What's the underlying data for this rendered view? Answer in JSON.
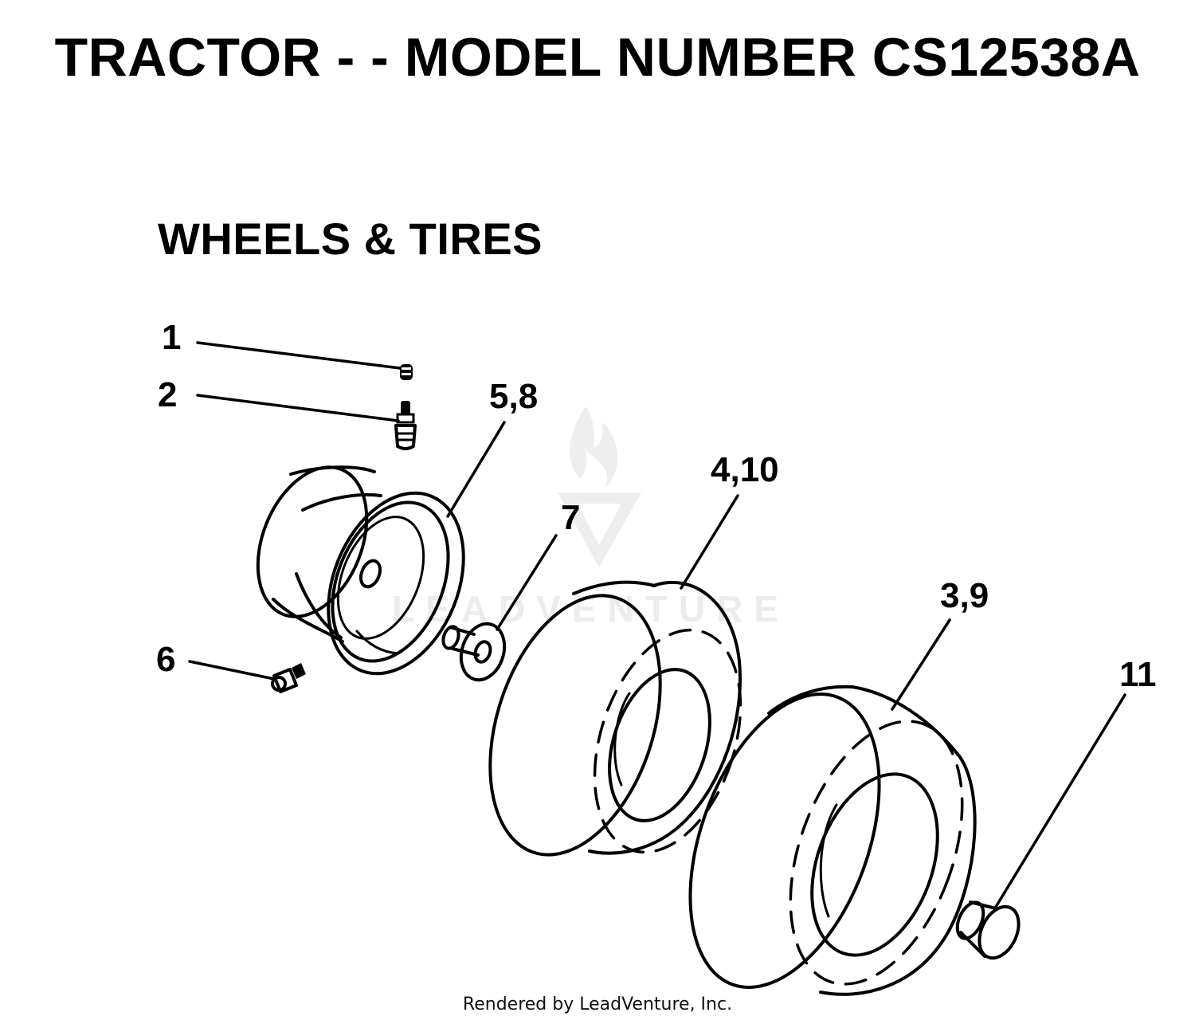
{
  "title": "TRACTOR - - MODEL NUMBER CS12538A",
  "section": "WHEELS & TIRES",
  "callouts": {
    "c1": "1",
    "c2": "2",
    "c58": "5,8",
    "c7": "7",
    "c410": "4,10",
    "c39": "3,9",
    "c6": "6",
    "c11": "11"
  },
  "watermark": "LEADVENTURE",
  "credit": "Rendered by LeadVenture, Inc."
}
